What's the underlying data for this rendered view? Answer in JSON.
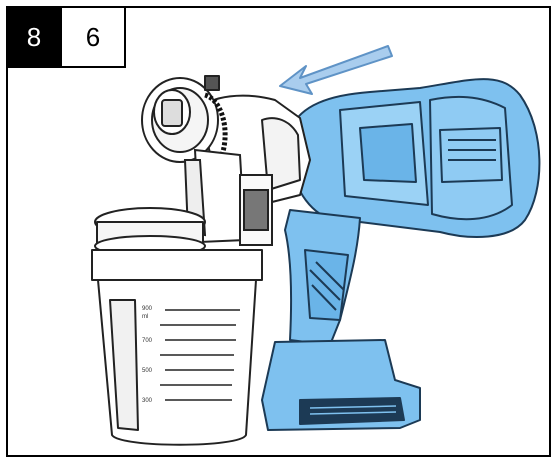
{
  "step": {
    "number": "8",
    "sub_number": "6"
  },
  "cup_scale": {
    "unit": "ml",
    "marks": [
      "900",
      "700",
      "500",
      "300"
    ]
  },
  "colors": {
    "body_fill": "#7ec1ef",
    "body_stroke": "#1c3a55",
    "arrow_fill": "#a9cdee",
    "arrow_stroke": "#5f93c6"
  },
  "icons": {
    "direction": "arrow-left-icon"
  }
}
